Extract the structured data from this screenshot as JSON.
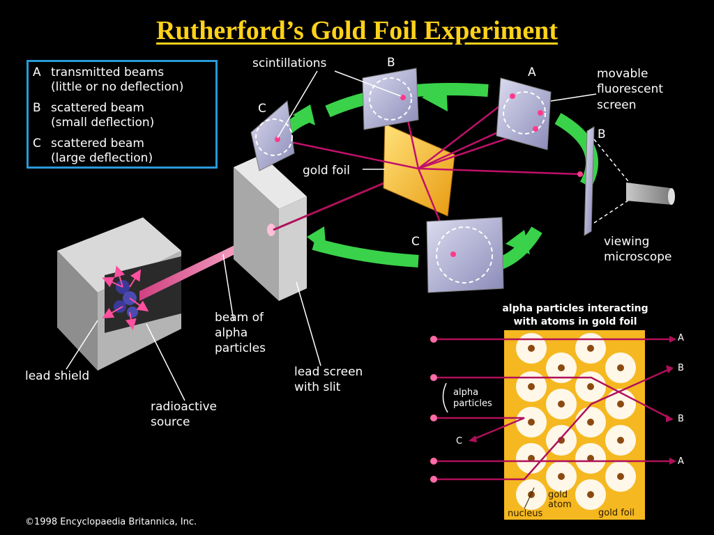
{
  "title": "Rutherford’s Gold Foil Experiment",
  "legend": [
    {
      "letter": "A",
      "line1": "transmitted beams",
      "line2": "(little or no deflection)"
    },
    {
      "letter": "B",
      "line1": "scattered beam",
      "line2": "(small deflection)"
    },
    {
      "letter": "C",
      "line1": "scattered beam",
      "line2": "(large deflection)"
    }
  ],
  "labels": {
    "scintillations": "scintillations",
    "screen_b_top": "B",
    "screen_a_top": "A",
    "screen_c_left": "C",
    "screen_b_right": "B",
    "screen_c_bottom": "C",
    "movable_screen_1": "movable",
    "movable_screen_2": "fluorescent",
    "movable_screen_3": "screen",
    "gold_foil": "gold foil",
    "viewing_1": "viewing",
    "viewing_2": "microscope",
    "beam_1": "beam of",
    "beam_2": "alpha",
    "beam_3": "particles",
    "lead_shield": "lead shield",
    "lead_screen_1": "lead screen",
    "lead_screen_2": "with slit",
    "source_1": "radioactive",
    "source_2": "source"
  },
  "inset": {
    "title_1": "alpha particles interacting",
    "title_2": "with atoms in gold foil",
    "out_a1": "A",
    "out_b1": "B",
    "out_b2": "B",
    "out_a2": "A",
    "out_c": "C",
    "alpha_1": "alpha",
    "alpha_2": "particles",
    "gold_atom_1": "gold",
    "gold_atom_2": "atom",
    "nucleus": "nucleus",
    "gold_foil": "gold foil"
  },
  "credit": "©1998 Encyclopaedia Britannica, Inc.",
  "colors": {
    "title": "#ffd21a",
    "legend_border": "#2a9ad8",
    "beam": "#b0105a",
    "arrow": "#3ad24a",
    "foil": "#f5b820",
    "screen": "#b8b8d8"
  }
}
